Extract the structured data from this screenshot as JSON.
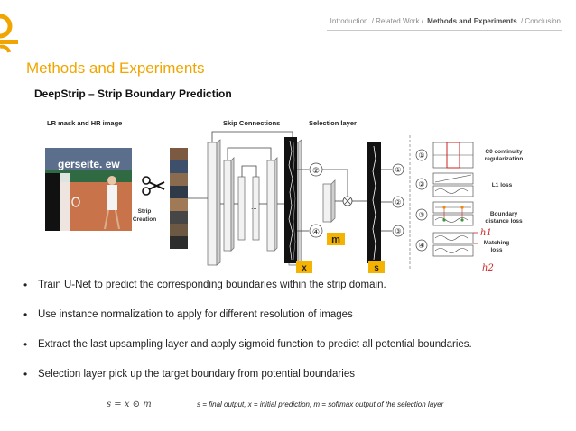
{
  "nav": {
    "items": [
      "Introduction",
      "/ Related Work /",
      "Methods and Experiments",
      "/ Conclusion"
    ],
    "active_index": 2
  },
  "slide": {
    "title": "Methods and Experiments",
    "subtitle": "DeepStrip – Strip Boundary Prediction"
  },
  "figure": {
    "label_input": "LR mask and HR image",
    "label_skip": "Skip Connections",
    "label_selection": "Selection layer",
    "strip_creation": [
      "Strip",
      "Creation"
    ],
    "photo_text": "gerseite. ew",
    "ellipsis": "...",
    "m_label": "m",
    "x_label": "x",
    "s_label": "s",
    "circled": [
      "②",
      "④",
      "①",
      "②",
      "③",
      "①",
      "②",
      "③",
      "④"
    ],
    "losses": {
      "c0": [
        "C0 continuity",
        "regularization"
      ],
      "l1": "L1 loss",
      "boundary": [
        "Boundary",
        "distance loss"
      ],
      "matching": [
        "Matching",
        "loss"
      ],
      "h1": "h1",
      "h2": "h2"
    },
    "colors": {
      "accent": "#f0a500",
      "badge": "#f5b301",
      "red": "#cc2222"
    }
  },
  "bullets": [
    "Train U-Net to predict the corresponding boundaries within the strip domain.",
    "Use instance normalization to apply for different resolution of images",
    "Extract the last upsampling layer and apply sigmoid function to predict all potential boundaries.",
    "Selection layer pick up the target boundary from potential boundaries"
  ],
  "formula": {
    "equation": "s = x ⊙ m",
    "note": "s = final output,    x = initial prediction,    m = softmax output of the selection layer"
  }
}
